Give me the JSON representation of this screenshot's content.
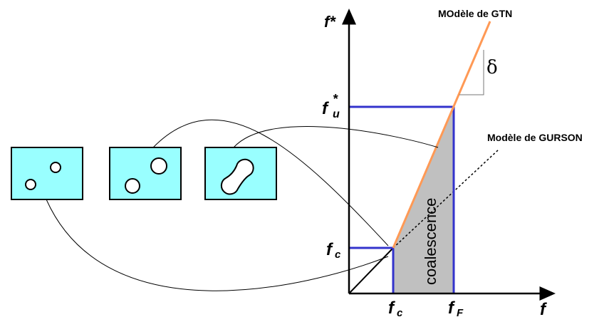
{
  "labels": {
    "y_axis": "f*",
    "x_axis": "f",
    "fu_base": "f",
    "fu_sup": "*",
    "fu_sub": "u",
    "fc_left_base": "f",
    "fc_left_sub": "c",
    "fc_bottom_base": "f",
    "fc_bottom_sub": "c",
    "ff_base": "f",
    "ff_sub": "F",
    "delta": "δ",
    "coalescence": "coalescence",
    "gtn_model": "MOdèle de GTN",
    "gurson_model": "Modèle de GURSON"
  },
  "colors": {
    "cell_fill": "#99ffff",
    "blue_lines": "#3333cc",
    "orange_line": "#ff9955",
    "coalescence_fill": "#c0c0c0",
    "ink": "#000000"
  },
  "cells": [
    {
      "name": "cell-two-voids"
    },
    {
      "name": "cell-grown-voids"
    },
    {
      "name": "cell-coalesced-voids"
    }
  ]
}
